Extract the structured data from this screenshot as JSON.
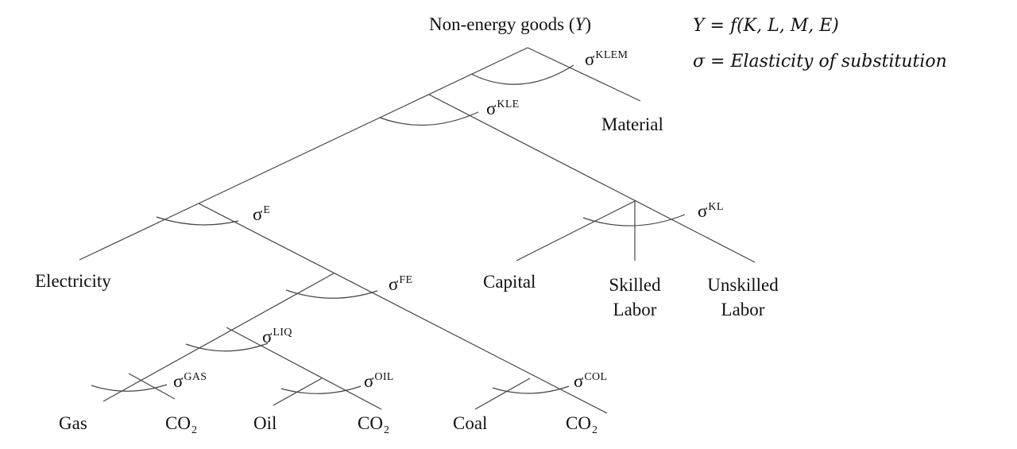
{
  "root": {
    "label": "Non-energy goods (",
    "var": "Y",
    "close": ")"
  },
  "formula": {
    "y": "Y",
    "eq": " = ",
    "func": "f(K, L, M, E)"
  },
  "sigma_def": {
    "sym": "σ",
    "text": " = Elasticity of substitution"
  },
  "sigma_symbol": "σ",
  "sigmas": {
    "klem": "KLEM",
    "kle": "KLE",
    "e": "E",
    "kl": "KL",
    "fe": "FE",
    "liq": "LIQ",
    "gas": "GAS",
    "oil": "OIL",
    "col": "COL"
  },
  "nodes": {
    "material": "Material",
    "electricity": "Electricity",
    "capital": "Capital",
    "skilled_1": "Skilled",
    "skilled_2": "Labor",
    "unskilled_1": "Unskilled",
    "unskilled_2": "Labor",
    "gas": "Gas",
    "oil": "Oil",
    "coal": "Coal",
    "co2": "CO",
    "co2_sub": "2"
  }
}
